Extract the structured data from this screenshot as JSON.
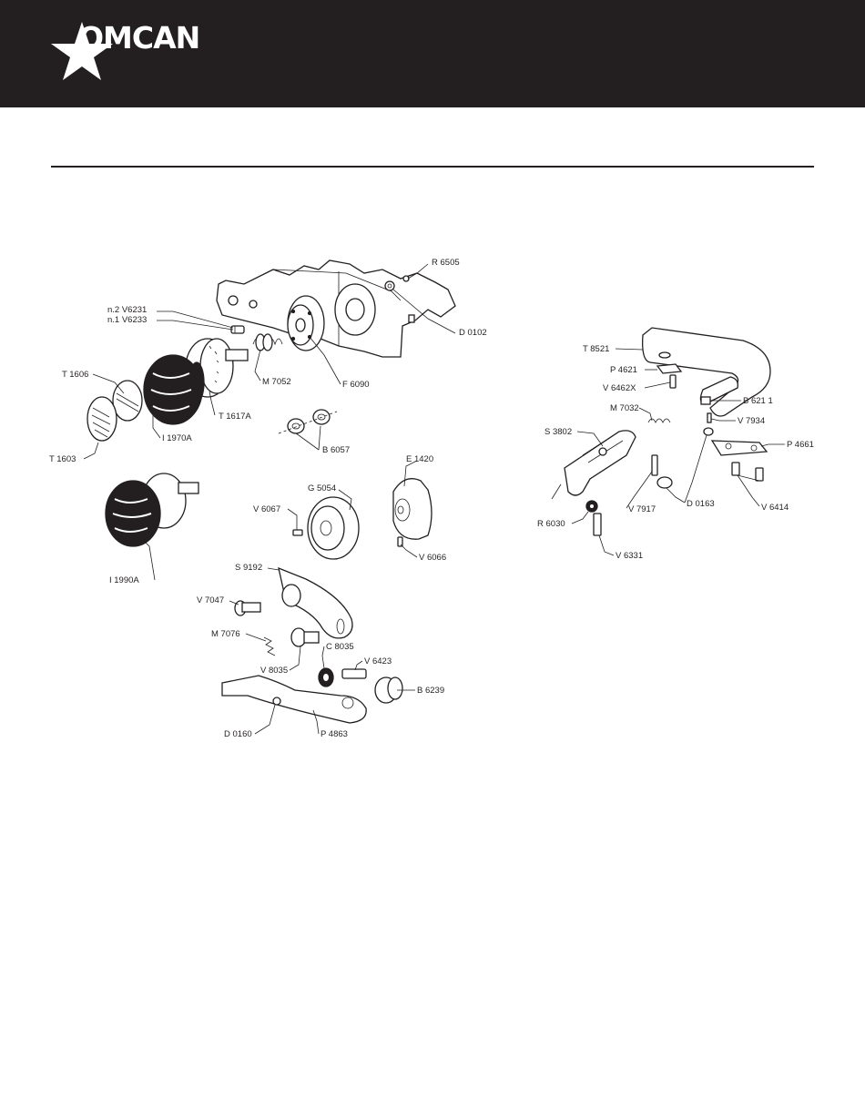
{
  "brand": {
    "name": "OMCAN",
    "header_color": "#231f20",
    "logo_icon": "star-icon"
  },
  "diagram": {
    "labels": {
      "r6505": "R 6505",
      "d0102": "D 0102",
      "n2v6231": "n.2 V6231",
      "n1v6233": "n.1 V6233",
      "m7052": "M 7052",
      "f6090": "F 6090",
      "t1606": "T 1606",
      "t1617a": "T 1617A",
      "i1970a": "I 1970A",
      "t1603": "T 1603",
      "b6057": "B 6057",
      "e1420": "E 1420",
      "g5054": "G 5054",
      "v6067": "V 6067",
      "v6066": "V 6066",
      "i1990a": "I 1990A",
      "s9192": "S 9192",
      "v7047": "V 7047",
      "m7076": "M 7076",
      "c8035": "C 8035",
      "v6423": "V 6423",
      "v8035": "V 8035",
      "b6239": "B 6239",
      "d0160": "D 0160",
      "p4863": "P 4863",
      "t8521": "T 8521",
      "p4621": "P 4621",
      "v6462x": "V 6462X",
      "m7032": "M 7032",
      "b6211": "B 621 1",
      "v7934": "V 7934",
      "s3802": "S 3802",
      "p4661": "P 4661",
      "v7917": "V 7917",
      "d0163": "D 0163",
      "v6414": "V 6414",
      "r6030": "R 6030",
      "v6331": "V 6331"
    }
  }
}
